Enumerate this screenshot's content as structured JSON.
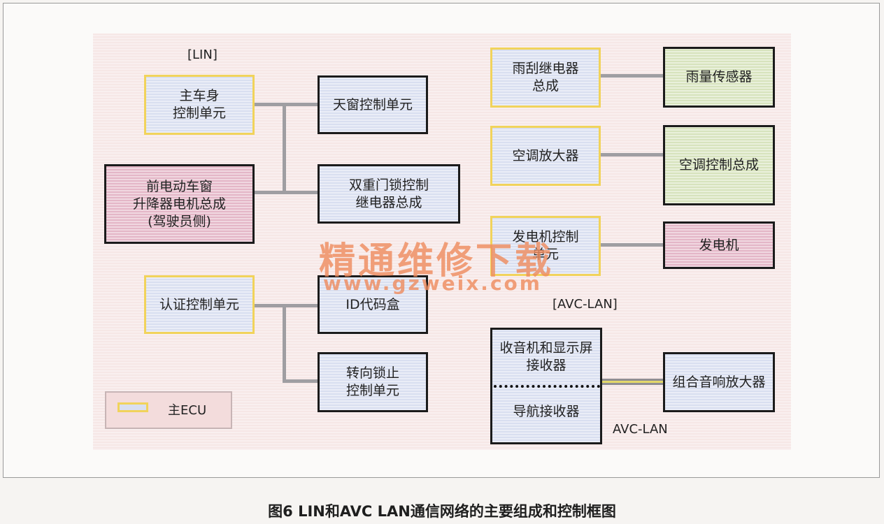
{
  "caption": "图6 LIN和AVC LAN通信网络的主要组成和控制框图",
  "labels": {
    "lin": "[LIN]",
    "avc_lan_header": "[AVC-LAN]",
    "avc_lan_bus": "AVC-LAN"
  },
  "legend": {
    "label": "主ECU"
  },
  "watermark": {
    "text": "精通维修下载",
    "url": "www.gzweix.com"
  },
  "boxes": {
    "main_body": "主车身\n控制单元",
    "sunroof": "天窗控制单元",
    "front_window": "前电动车窗\n升降器电机总成\n(驾驶员侧)",
    "double_lock": "双重门锁控制\n继电器总成",
    "certification": "认证控制单元",
    "id_code": "ID代码盒",
    "steering_lock": "转向锁止\n控制单元",
    "wiper_relay": "雨刮继电器\n总成",
    "rain_sensor": "雨量传感器",
    "ac_amplifier": "空调放大器",
    "ac_control": "空调控制总成",
    "generator_control": "发电机控制\n单元",
    "generator": "发电机",
    "radio_display": "收音机和显示屏\n接收器",
    "navigation": "导航接收器",
    "audio_amplifier": "组合音响放大器"
  },
  "colors": {
    "main_ecu_border": "#f1d35b",
    "ecu_fill": "#d9dff0",
    "pink_fill": "#e4b6c7",
    "green_fill": "#d7e3bd",
    "bus_line": "#9f9ea2",
    "avc_bus_line": "#e3d86a"
  }
}
